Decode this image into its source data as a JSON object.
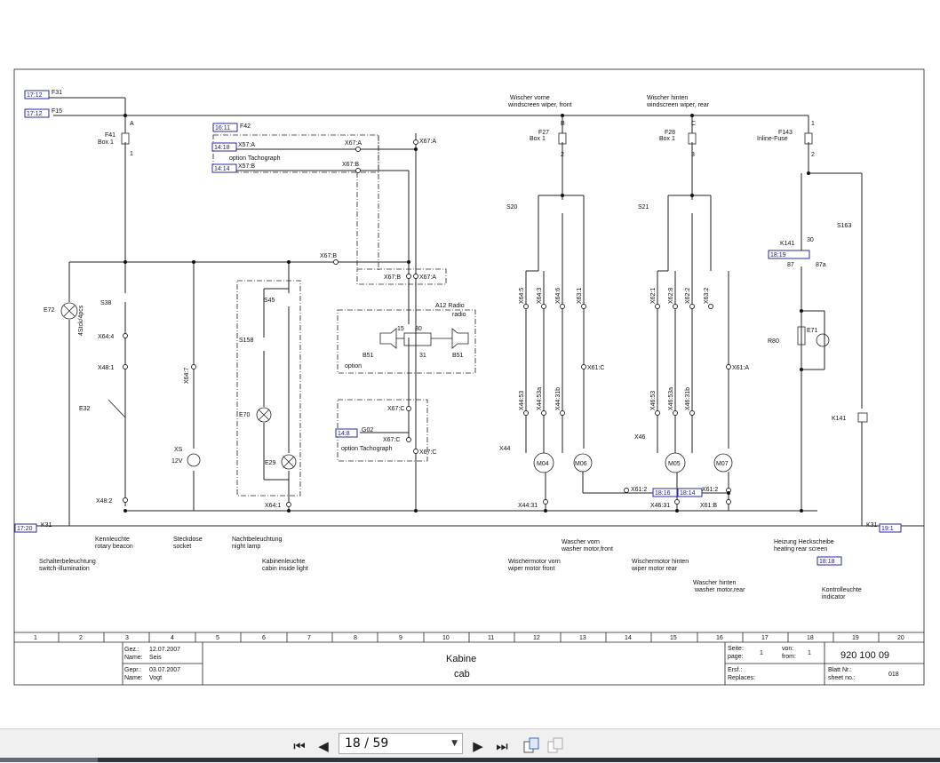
{
  "viewer": {
    "page_current": "18",
    "page_sep": " / ",
    "page_total": "59",
    "buttons": {
      "first": "⏮",
      "prev": "◀",
      "next": "▶",
      "last": "⏭"
    }
  },
  "title_block": {
    "col_numbers": [
      "1",
      "2",
      "3",
      "4",
      "5",
      "6",
      "7",
      "8",
      "9",
      "10",
      "11",
      "12",
      "13",
      "14",
      "15",
      "16",
      "17",
      "18",
      "19",
      "20"
    ],
    "drawn_label": "Gez.:",
    "drawn_date": "12.07.2007",
    "drawn_name_label": "Name:",
    "drawn_name": "Seis",
    "checked_label": "Gepr.:",
    "checked_date": "03.07.2007",
    "checked_name_label": "Name:",
    "checked_name": "Vogt",
    "title_de": "Kabine",
    "title_en": "cab",
    "page_label_de": "Seite:",
    "page_label_en": "page:",
    "page_value": "1",
    "of_label_de": "von:",
    "of_label_en": "from:",
    "of_value": "1",
    "doc_number": "920 100 09",
    "replaces_de": "Ersf.:",
    "replaces_en": "Replaces:",
    "sheet_de": "Blatt Nr.:",
    "sheet_en": "sheet no.:",
    "sheet_value": "018"
  },
  "refs": {
    "r1": "17:12",
    "r1n": "F31",
    "r2": "17:12",
    "r2n": "F15",
    "r3": "16:11",
    "r3n": "F42",
    "r4": "14:18",
    "r4n": "X57:A",
    "r5": "14:14",
    "r5n": "X57:B",
    "r6": "14:8",
    "r6n": "G02",
    "r7": "17:20",
    "r7n": "K31",
    "r8": "19:1",
    "r8n": "K31",
    "r9": "18:19",
    "r10": "18:16",
    "r11": "18:14",
    "r12": "18:18",
    "option_tacho": "option Tachograph",
    "option": "option",
    "option_tacho2": "option Tachograph"
  },
  "labels": {
    "F41": "F41",
    "Box1a": "Box 1",
    "A": "A",
    "n1a": "1",
    "X67A": "X67:A",
    "X67A2": "X67:A",
    "X67B": "X67:B",
    "X67B2": "X67:B",
    "X67B3": "X67:B",
    "X67A3": "X67:A",
    "wiper_front_de": "Wischer vorne",
    "wiper_front_en": "windscreen wiper, front",
    "wiper_rear_de": "Wischer hinten",
    "wiper_rear_en": "windscreen wiper, rear",
    "F27": "F27",
    "Box1b": "Box 1",
    "B": "B",
    "n2a": "2",
    "F28": "F28",
    "Box1c": "Box 1",
    "C": "C",
    "n3a": "3",
    "F143": "F143",
    "inline_fuse": "Inline-Fuse",
    "n1b": "1",
    "n2b": "2",
    "S20": "S20",
    "S21": "S21",
    "S163": "S163",
    "K141": "K141",
    "K141b": "K141",
    "n30": "30",
    "n87": "87",
    "n87a": "87a",
    "E72": "E72",
    "rb": "4Stck/4pcs",
    "S38": "S38",
    "X64_4": "X64:4",
    "X48_1": "X48:1",
    "E32": "E32",
    "X64_7": "X64:7",
    "XS": "XS",
    "v12": "12V",
    "S45": "S45",
    "S158": "S158",
    "E70": "E70",
    "E29": "E29",
    "A12": "A12 Radio",
    "radio": "radio",
    "B51a": "B51",
    "B51b": "B51",
    "n15": "15",
    "n30b": "30",
    "n31": "31",
    "X67C": "X67:C",
    "X67C2": "X67:C",
    "X67C3": "X67:C",
    "X48_2": "X48:2",
    "X64_1": "X64:1",
    "X64_5": "X64:5",
    "X64_3": "X64:3",
    "X64_6": "X64:6",
    "X63_1": "X63:1",
    "X62_1": "X62:1",
    "X62_8": "X62:8",
    "X62_2": "X62:2",
    "X63_2": "X63:2",
    "X61C": "X61:C",
    "X61A": "X61:A",
    "X44_53": "X44:53",
    "X44_53a": "X44:53a",
    "X44_31b": "X44:31b",
    "X46_53": "X46:53",
    "X46_53a": "X46:53a",
    "X46_31b": "X46:31b",
    "X44": "X44",
    "X46": "X46",
    "M04": "M04",
    "M06": "M06",
    "M05": "M05",
    "M07": "M07",
    "X44_31": "X44:31",
    "X46_31": "X46:31",
    "X61_2": "X61:2",
    "X61_2b": "X61:2",
    "X61B": "X61:B",
    "R80": "R80",
    "E71": "E71",
    "beacon_de": "Kennleuchte",
    "beacon_en": "rotary beacon",
    "socket_de": "Steckdose",
    "socket_en": "socket",
    "night_de": "Nachtbeleuchtung",
    "night_en": "night lamp",
    "switch_de": "Schalterbeleuchtung",
    "switch_en": "switch-illumination",
    "cabin_de": "Kabinenleuchte",
    "cabin_en": "cabin inside light",
    "wash_front_de": "Wascher vorn",
    "wash_front_en": "washer motor,front",
    "wipe_front_de": "Wischermotor vorn",
    "wipe_front_en": "wiper motor front",
    "wipe_rear_de": "Wischermotor hinten",
    "wipe_rear_en": "wiper motor rear",
    "wash_rear_de": "Wascher hinten",
    "wash_rear_en": "washer motor,rear",
    "heat_de": "Heizung Heckscheibe",
    "heat_en": "heating rear screen",
    "ind_de": "Kontrolleuchte",
    "ind_en": "indicator"
  }
}
